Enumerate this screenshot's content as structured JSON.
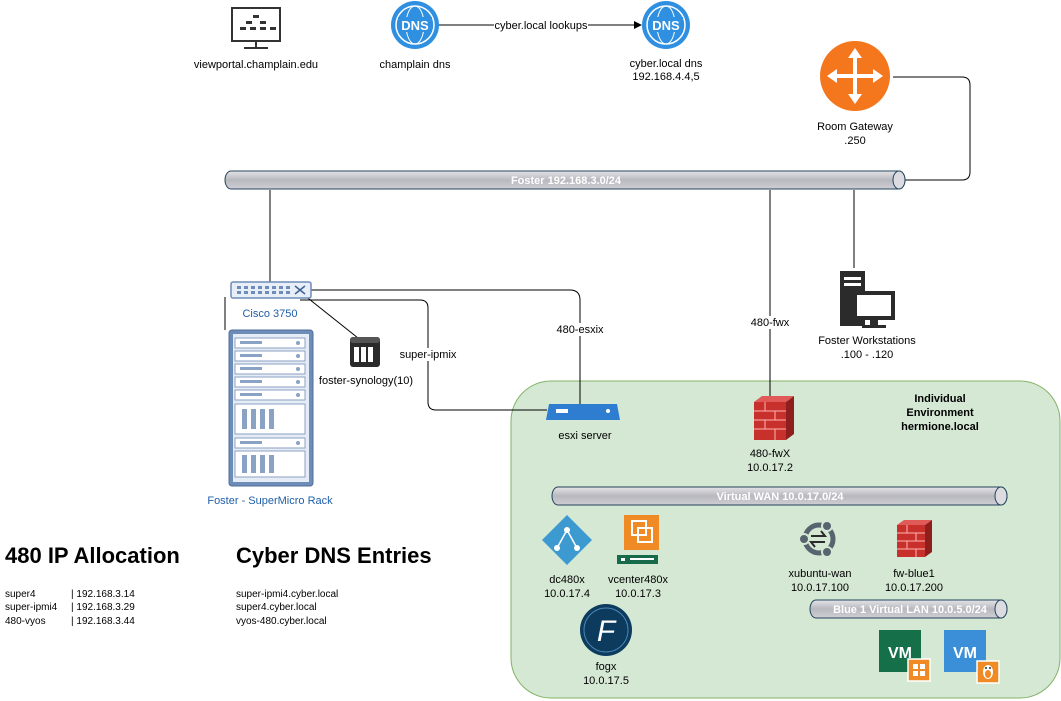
{
  "nodes": {
    "viewportal": {
      "label": "viewportal.champlain.edu"
    },
    "champlain_dns": {
      "label": "champlain dns",
      "icon_text": "DNS"
    },
    "cyber_dns": {
      "label": "cyber.local dns",
      "sublabel": "192.168.4.4,5",
      "icon_text": "DNS"
    },
    "room_gateway": {
      "label": "Room Gateway",
      "sublabel": ".250"
    },
    "cisco": {
      "label": "Cisco 3750"
    },
    "synology": {
      "label": "foster-synology(10)"
    },
    "rack": {
      "label": "Foster - SuperMicro Rack"
    },
    "esxi": {
      "label": "esxi server"
    },
    "fwx": {
      "label": "480-fwX",
      "sublabel": "10.0.17.2"
    },
    "workstations": {
      "label": "Foster Workstations",
      "sublabel": ".100 - .120"
    },
    "dc480x": {
      "label": "dc480x",
      "sublabel": "10.0.17.4"
    },
    "vcenter": {
      "label": "vcenter480x",
      "sublabel": "10.0.17.3"
    },
    "fogx": {
      "label": "fogx",
      "sublabel": "10.0.17.5",
      "icon_text": "F"
    },
    "xubuntu": {
      "label": "xubuntu-wan",
      "sublabel": "10.0.17.100"
    },
    "fwblue": {
      "label": "fw-blue1",
      "sublabel": "10.0.17.200"
    },
    "vm_windows": {
      "icon_text": "VM"
    },
    "vm_linux": {
      "icon_text": "VM"
    }
  },
  "edges": {
    "dns_lookup": "cyber.local lookups",
    "super_ipmix": "super-ipmix",
    "esxix": "480-esxix",
    "fwx": "480-fwx"
  },
  "networks": {
    "foster": "Foster 192.168.3.0/24",
    "vwan": "Virtual WAN 10.0.17.0/24",
    "blue_lan": "Blue 1 Virtual LAN 10.0.5.0/24"
  },
  "environment": {
    "line1": "Individual",
    "line2": "Environment",
    "line3": "hermione.local"
  },
  "ip_allocation": {
    "title": "480 IP Allocation",
    "rows": [
      {
        "name": "super4",
        "ip": "| 192.168.3.14"
      },
      {
        "name": "super-ipmi4",
        "ip": "| 192.168.3.29"
      },
      {
        "name": "480-vyos",
        "ip": "| 192.168.3.44"
      }
    ]
  },
  "dns_entries": {
    "title": "Cyber DNS Entries",
    "rows": [
      "super-ipmi4.cyber.local",
      "super4.cyber.local",
      "vyos-480.cyber.local"
    ]
  },
  "colors": {
    "pipe": "#c8c8cc",
    "env_fill": "#d5e8d4",
    "env_stroke": "#82b366",
    "dns_blue": "#2f8fe0",
    "gateway_orange": "#f4771e",
    "firewall_red": "#c8302c",
    "vm_green": "#15704a",
    "vm_blue": "#3b8fd8"
  }
}
